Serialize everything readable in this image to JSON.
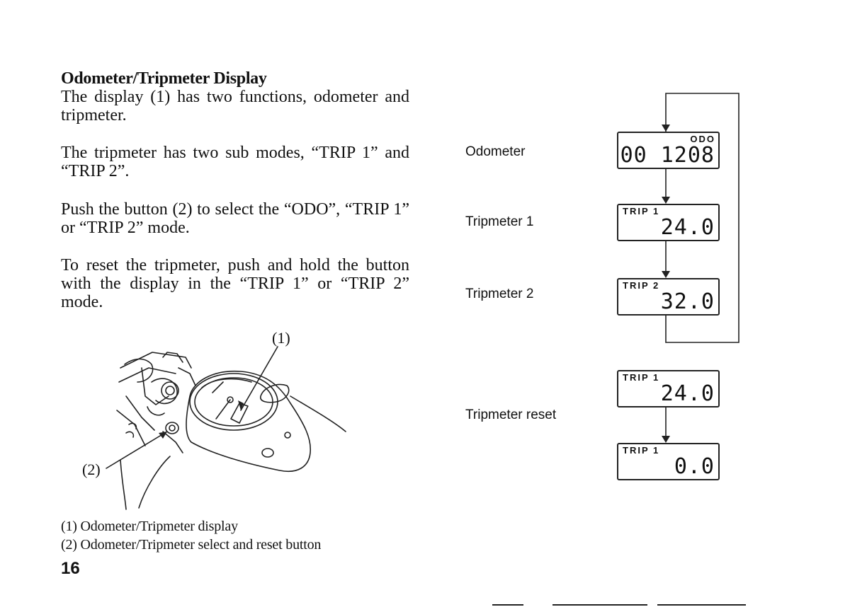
{
  "heading": "Odometer/Tripmeter Display",
  "paragraphs": [
    "The display (1) has two functions, odometer and tripmeter.",
    "The tripmeter has two sub modes, “TRIP 1” and “TRIP 2”.",
    "Push the button (2) to select the “ODO”, “TRIP 1” or “TRIP 2” mode.",
    "To reset the tripmeter, push and hold the button with the display in the “TRIP 1” or “TRIP 2” mode."
  ],
  "illustration": {
    "callout_1": "(1)",
    "callout_2": "(2)"
  },
  "captions": [
    "(1) Odometer/Tripmeter display",
    "(2) Odometer/Tripmeter select and reset button"
  ],
  "page_number": "16",
  "diagram": {
    "labels": {
      "odometer": "Odometer",
      "tripmeter1": "Tripmeter 1",
      "tripmeter2": "Tripmeter 2",
      "reset": "Tripmeter reset"
    },
    "displays": {
      "odo": {
        "mode": "ODO",
        "value": "00 1208"
      },
      "trip1": {
        "mode": "TRIP 1",
        "value": "24.0"
      },
      "trip2": {
        "mode": "TRIP 2",
        "value": "32.0"
      },
      "reset_before": {
        "mode": "TRIP 1",
        "value": "24.0"
      },
      "reset_after": {
        "mode": "TRIP 1",
        "value": "0.0"
      }
    }
  }
}
